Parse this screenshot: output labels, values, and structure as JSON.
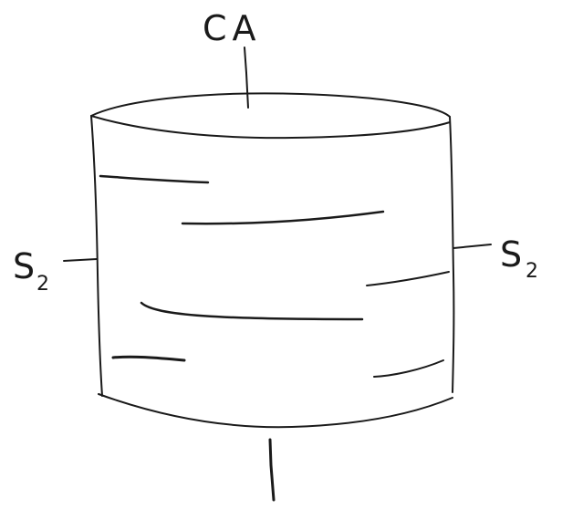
{
  "labels": {
    "top_axis": "CA",
    "left_axis_main": "S",
    "left_axis_sub": "2",
    "right_axis_main": "S",
    "right_axis_sub": "2"
  }
}
